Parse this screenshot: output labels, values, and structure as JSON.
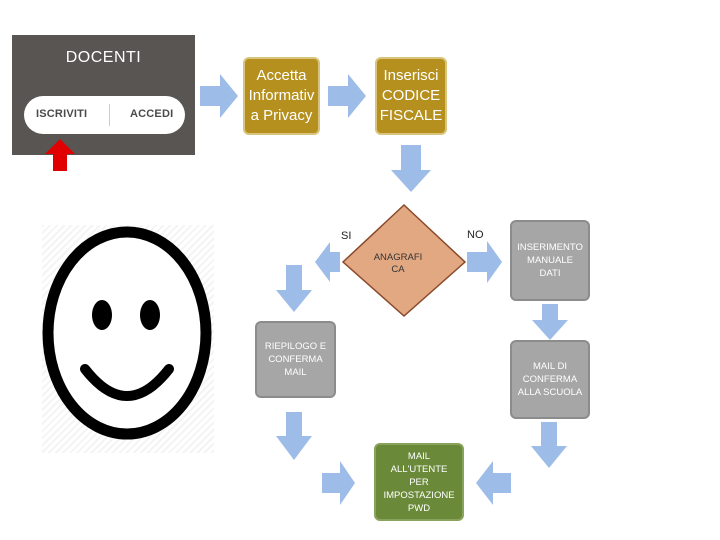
{
  "login": {
    "title": "DOCENTI",
    "buttons": {
      "register_label": "ISCRIVITI",
      "login_label": "ACCEDI"
    }
  },
  "flowchart": {
    "steps": {
      "privacy": "Accetta\nInformativ\na Privacy",
      "tax_code": "Inserisci\nCODICE\nFISCALE",
      "registry_check": "ANAGRAFI\nCA",
      "manual_entry": "INSERIMENTO\nMANUALE\nDATI",
      "school_confirmation": "MAIL DI\nCONFERMA\nALLA SCUOLA",
      "summary": "RIEPILOGO E\nCONFERMA\nMAIL",
      "user_mail": "MAIL\nALL'UTENTE\nPER\nIMPOSTAZIONE\nPWD"
    },
    "branch_labels": {
      "yes": "SI",
      "no": "NO"
    }
  },
  "colors": {
    "login_panel": "#585553",
    "gold_box": "#b5901f",
    "grey_box": "#a6a6a6",
    "green_box": "#6a8a3a",
    "diamond": "#e2a882",
    "arrow": "#9dbde8",
    "red_pointer": "#e00000"
  },
  "icons": {
    "pointer": "red-up-arrow",
    "emoji": "smiley-face"
  }
}
